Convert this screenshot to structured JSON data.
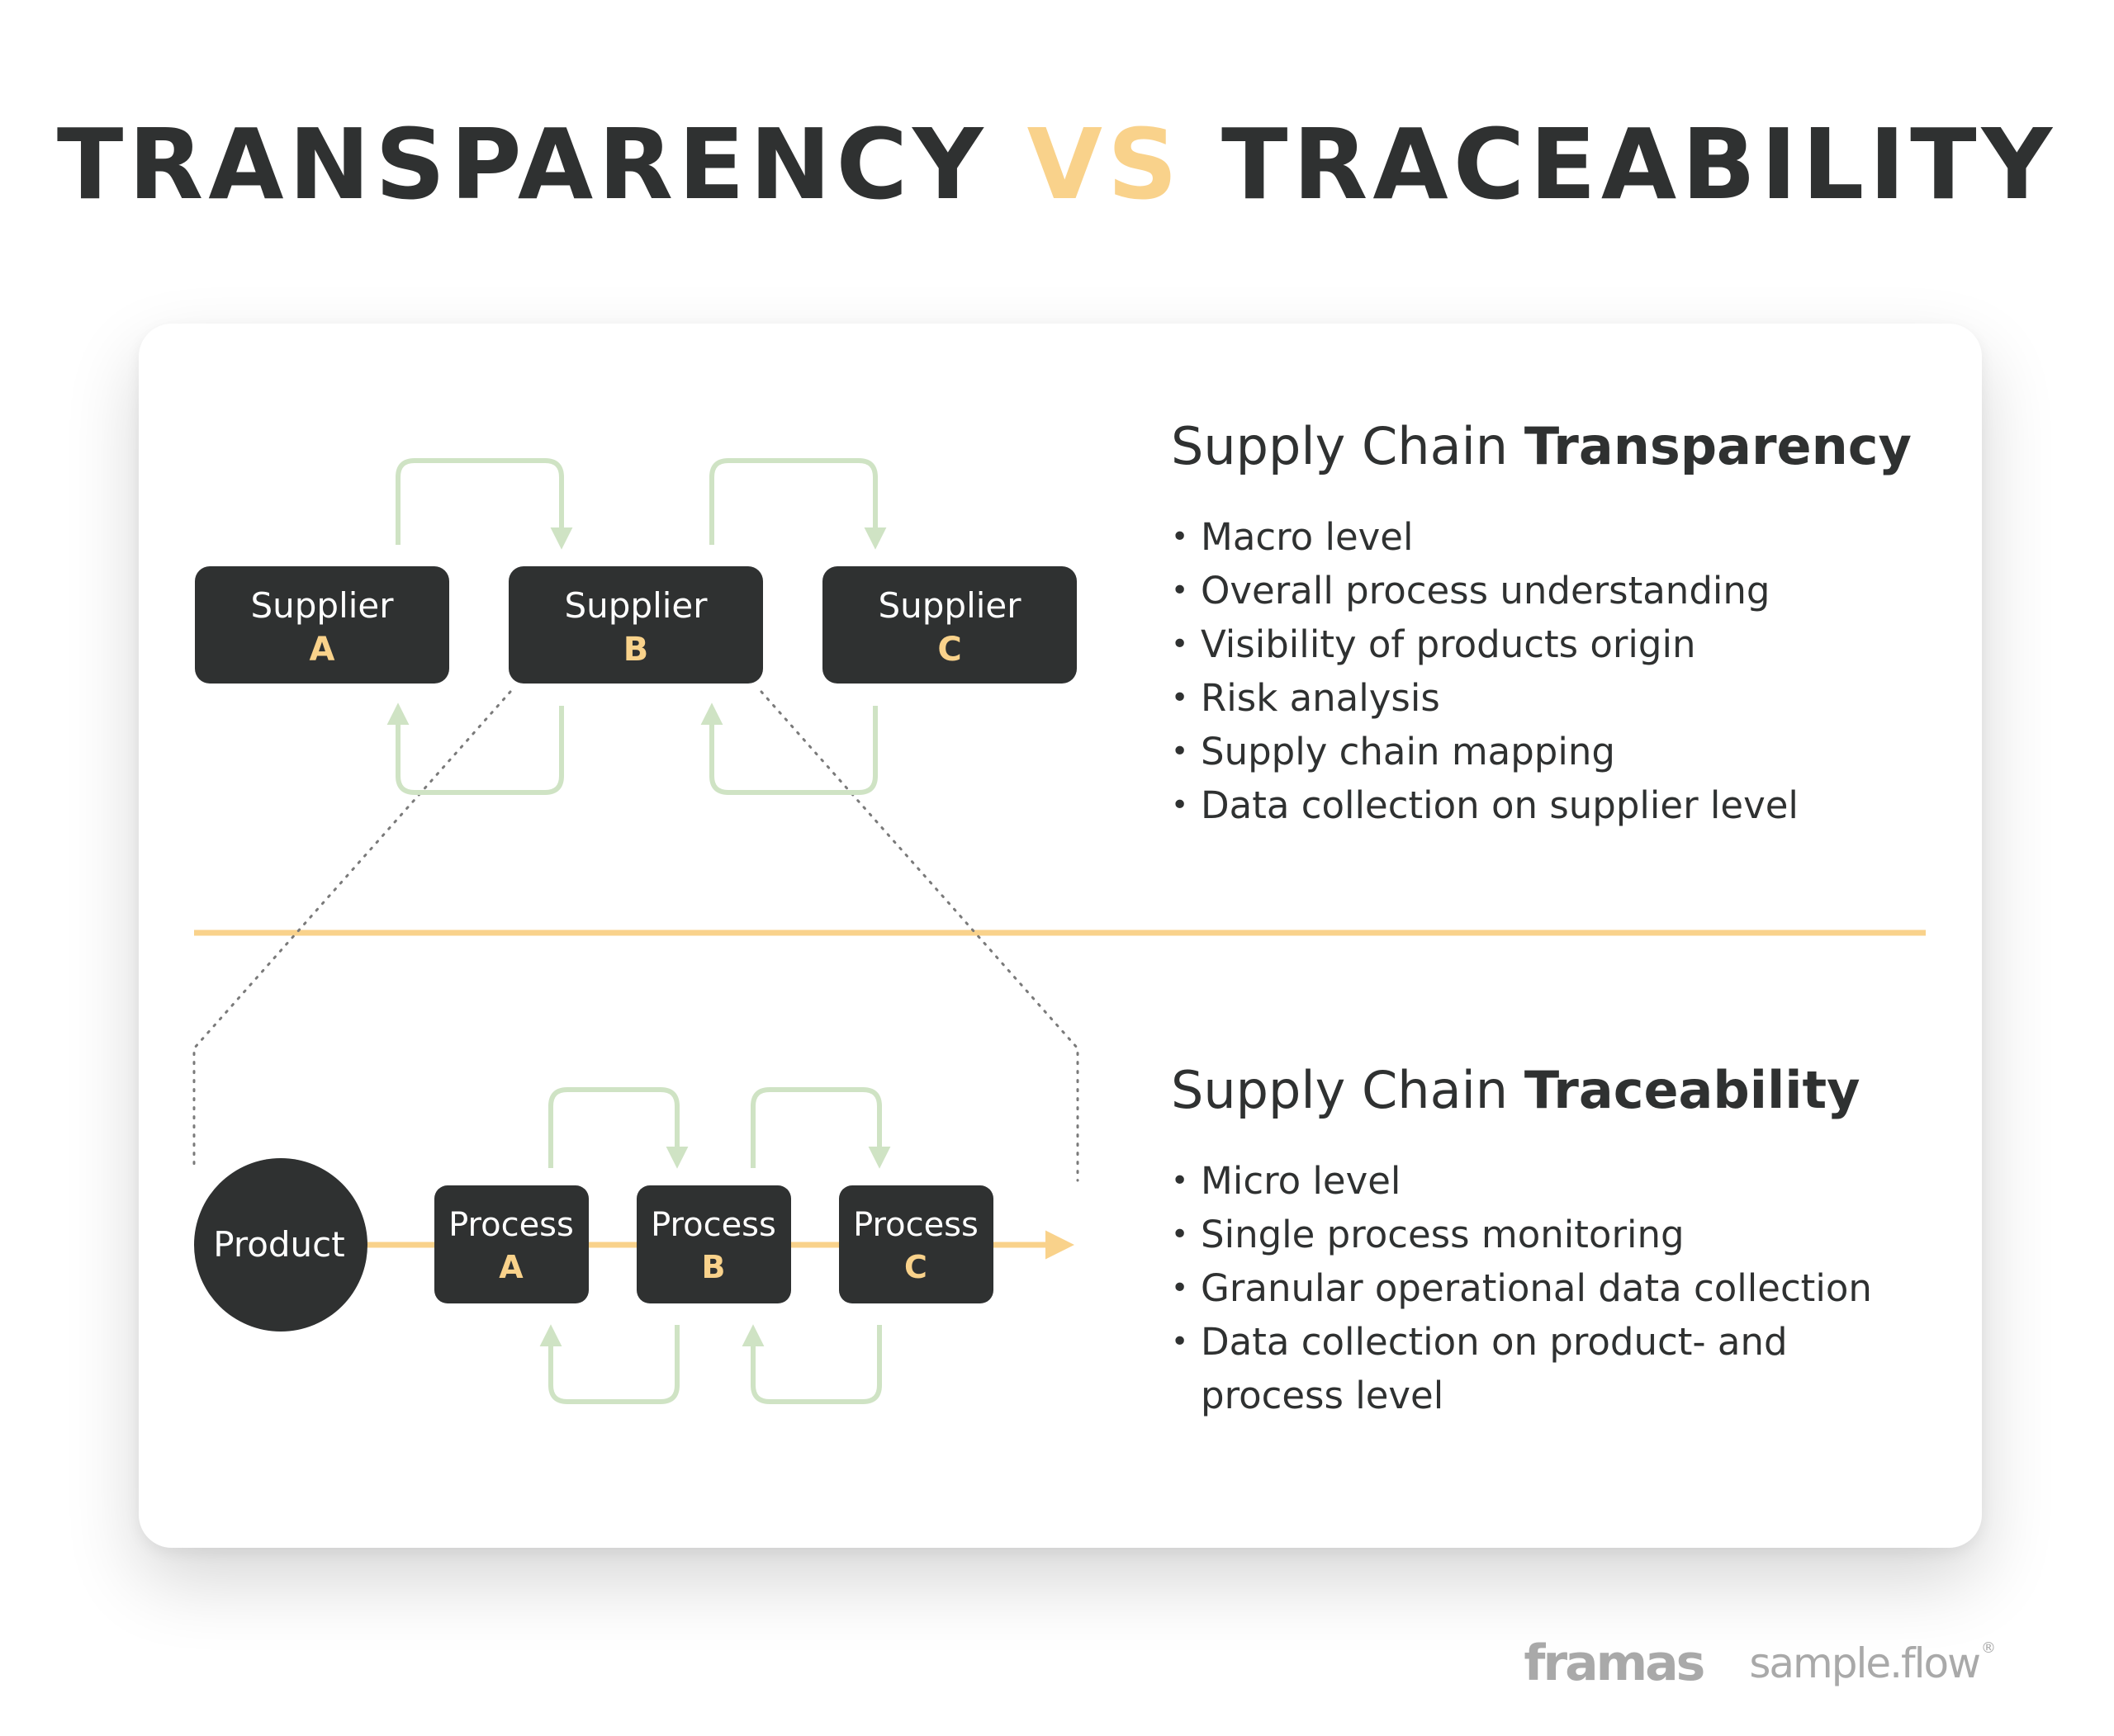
{
  "header": {
    "title_part1": "TRANSPARENCY",
    "title_vs": "VS",
    "title_part2": "TRACEABILITY"
  },
  "colors": {
    "dark": "#2f3131",
    "accent_yellow": "#f9d28b",
    "arrow_green": "#cfe3c4",
    "dotted_gray": "#7a7a7a",
    "card_background": "#ffffff"
  },
  "transparency": {
    "title_light": "Supply Chain",
    "title_bold": "Transparency",
    "bullets": [
      "Macro level",
      "Overall process understanding",
      "Visibility of products origin",
      "Risk analysis",
      "Supply chain mapping",
      "Data collection on supplier level"
    ],
    "nodes": [
      {
        "label": "Supplier",
        "letter": "A"
      },
      {
        "label": "Supplier",
        "letter": "B"
      },
      {
        "label": "Supplier",
        "letter": "C"
      }
    ]
  },
  "traceability": {
    "title_light": "Supply Chain",
    "title_bold": "Traceability",
    "bullets": [
      "Micro level",
      "Single process monitoring",
      "Granular operational data collection",
      "Data collection on product- and process level"
    ],
    "product_label": "Product",
    "nodes": [
      {
        "label": "Process",
        "letter": "A"
      },
      {
        "label": "Process",
        "letter": "B"
      },
      {
        "label": "Process",
        "letter": "C"
      }
    ]
  },
  "footer": {
    "logo_left": "framas",
    "logo_right": "sample.flow",
    "registered_mark": "®"
  }
}
